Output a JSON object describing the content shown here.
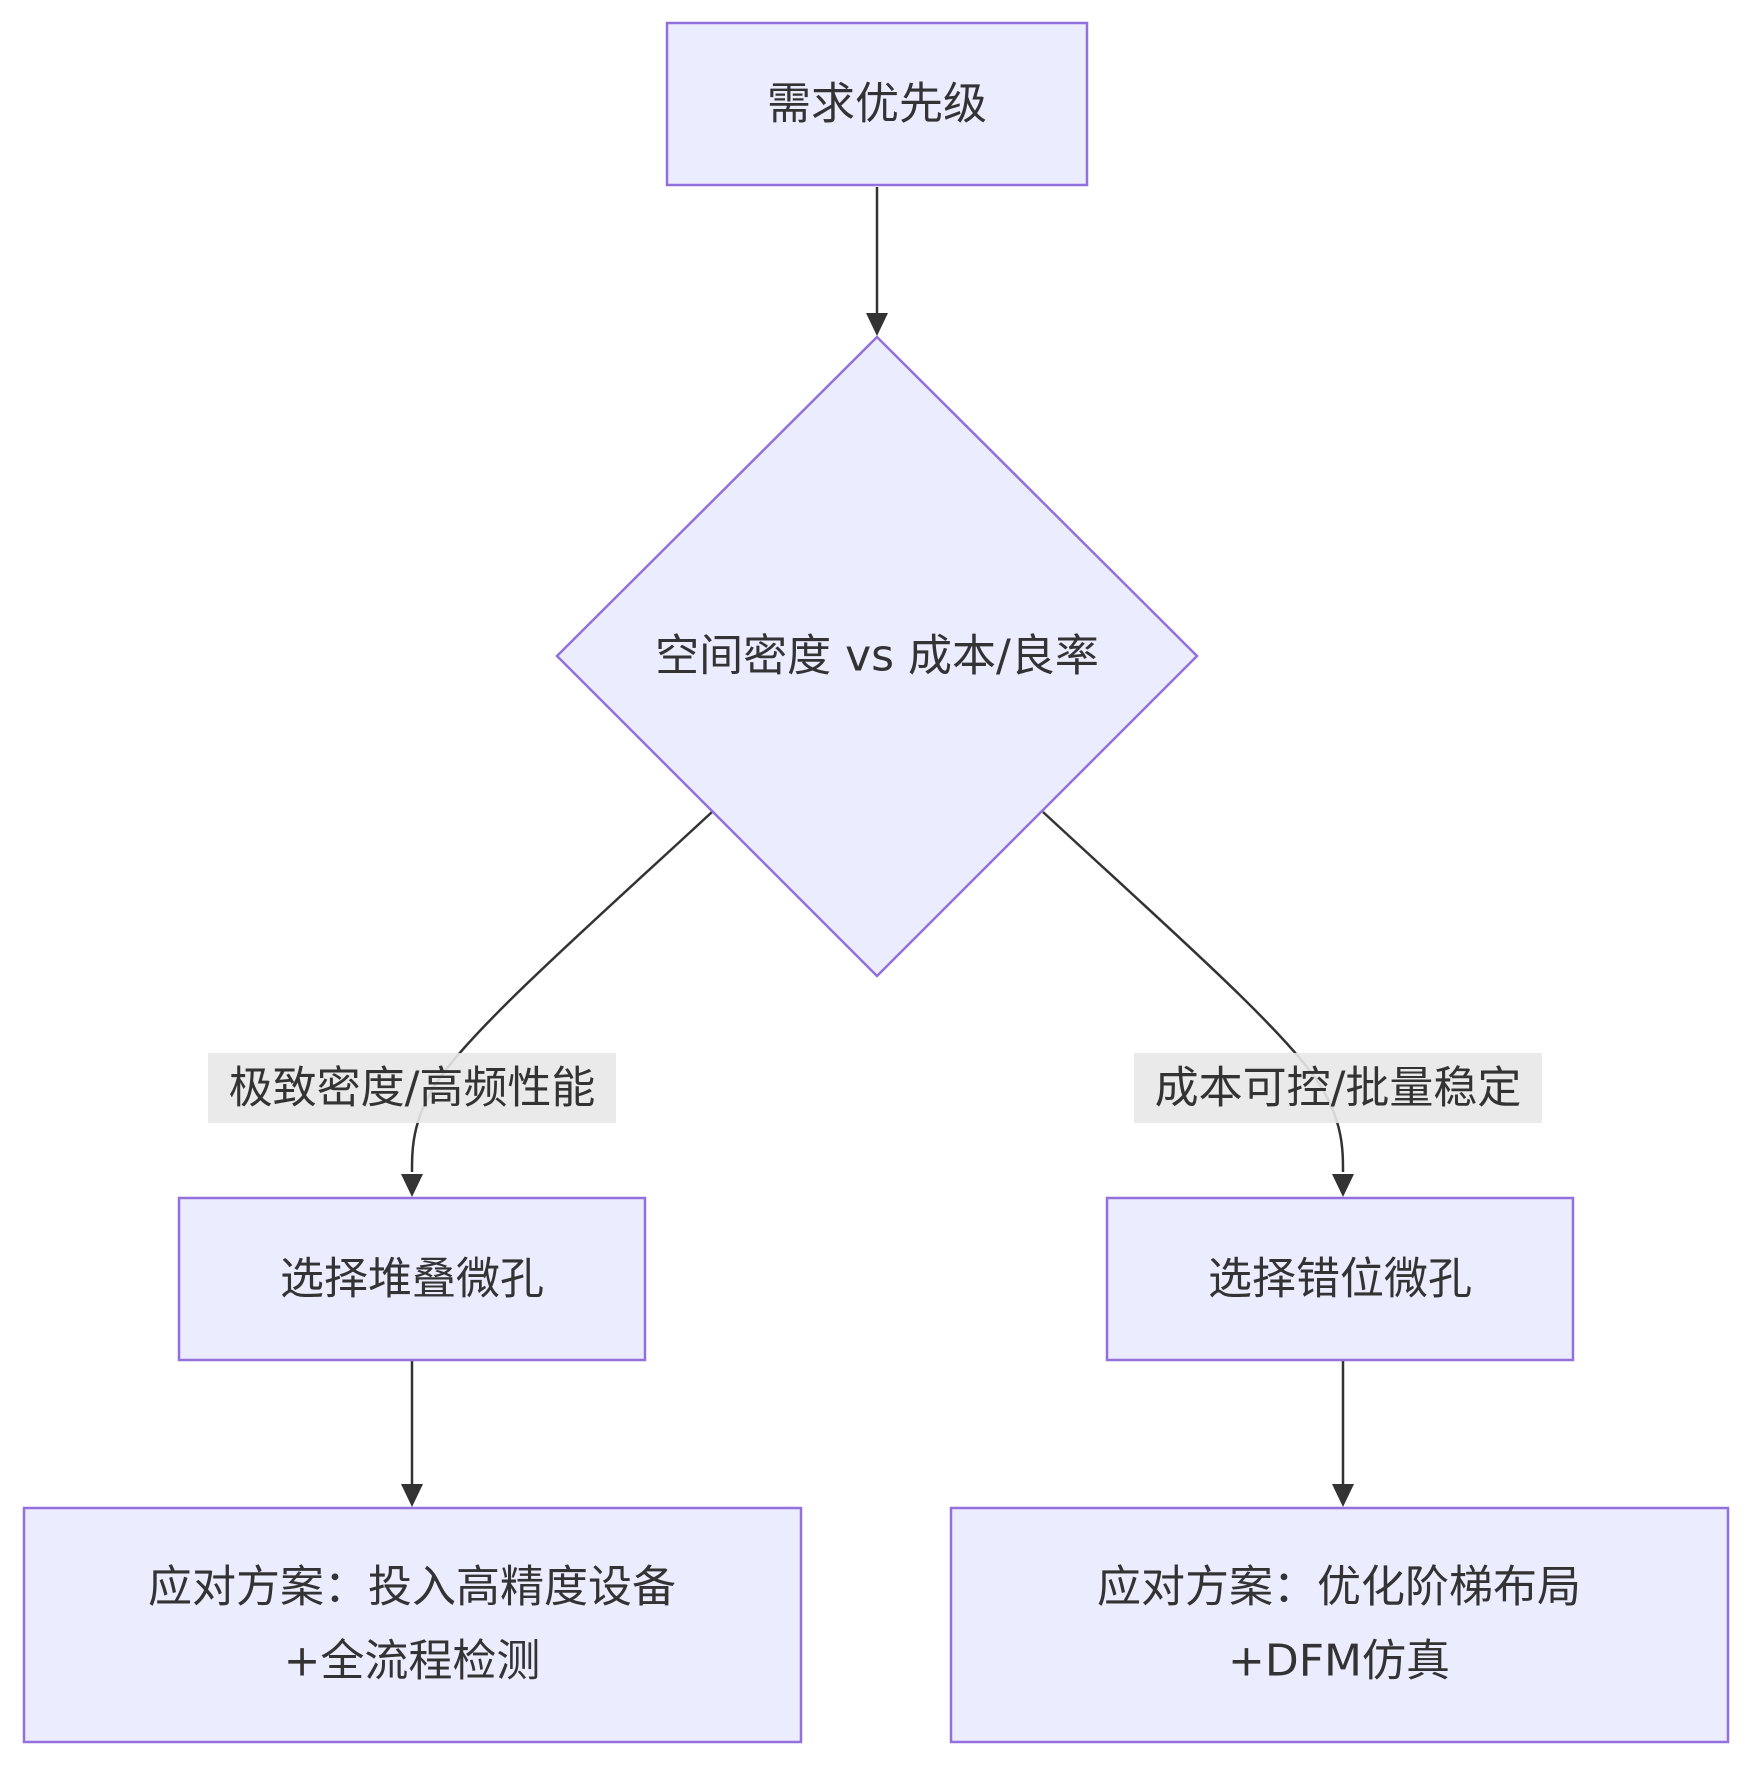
{
  "nodes": {
    "priority": {
      "label": "需求优先级"
    },
    "decision": {
      "label": "空间密度 vs 成本/良率"
    },
    "stacked": {
      "label": "选择堆叠微孔"
    },
    "staggered": {
      "label": "选择错位微孔"
    },
    "solution_left": {
      "line1": "应对方案：投入高精度设备",
      "line2": "+全流程检测"
    },
    "solution_right": {
      "line1": "应对方案：优化阶梯布局",
      "line2": "+DFM仿真"
    }
  },
  "edges": {
    "left_label": "极致密度/高频性能",
    "right_label": "成本可控/批量稳定"
  },
  "colors": {
    "node_fill": "#ececff",
    "node_stroke": "#9370db",
    "edge": "#333333",
    "label_bg": "#e8e8e8",
    "text": "#333333"
  }
}
